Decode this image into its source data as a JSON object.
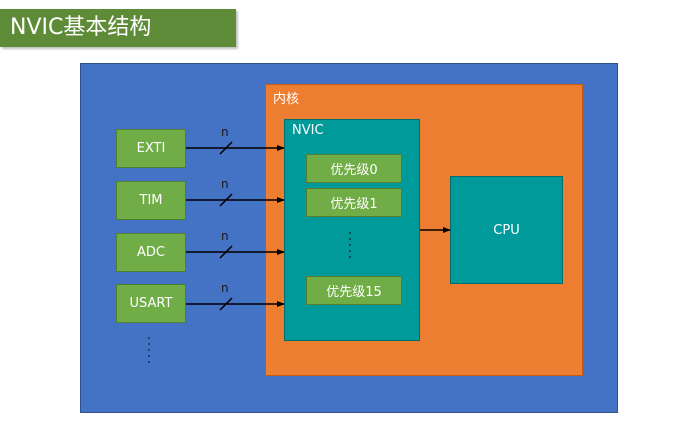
{
  "title": "NVIC基本结构",
  "core": {
    "label": "内核"
  },
  "nvic": {
    "label": "NVIC",
    "priorities": [
      "优先级0",
      "优先级1",
      "优先级15"
    ]
  },
  "cpu": {
    "label": "CPU"
  },
  "sources": [
    "EXTI",
    "TIM",
    "ADC",
    "USART"
  ],
  "bus_label": "n",
  "colors": {
    "title_bg": "#5e8b37",
    "panel_bg": "#4472c4",
    "core_bg": "#ed7d31",
    "nvic_bg": "#019a9a",
    "box_green": "#70ad47"
  }
}
